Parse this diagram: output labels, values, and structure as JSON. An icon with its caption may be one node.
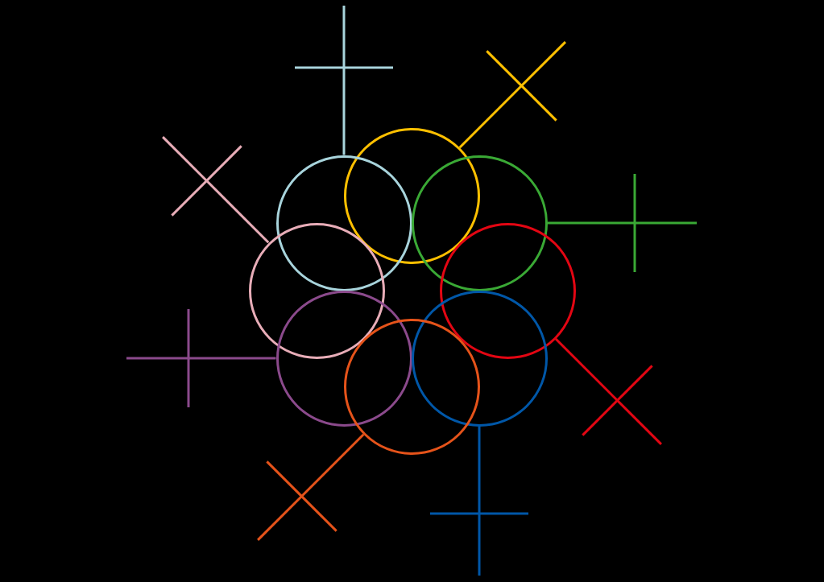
{
  "diagram": {
    "nodes": [
      {
        "text": [],
        "shape": "circle"
      },
      {
        "text": [],
        "shape": "circle"
      },
      {
        "text": [],
        "shape": "circle"
      },
      {
        "text": [],
        "shape": "circle"
      },
      {
        "text": [],
        "shape": "circle"
      },
      {
        "text": [],
        "shape": "circle"
      },
      {
        "text": [],
        "shape": "circle"
      },
      {
        "text": [],
        "shape": "circle"
      }
    ],
    "edges": [
      {
        "from": 0,
        "to": null,
        "arrow": "none",
        "color": "#ffc000"
      },
      {
        "from": 1,
        "to": null,
        "arrow": "none",
        "color": "#a8d4dc"
      },
      {
        "from": 2,
        "to": null,
        "arrow": "none",
        "color": "#3aa935"
      },
      {
        "from": 3,
        "to": null,
        "arrow": "none",
        "color": "#e8adb8"
      },
      {
        "from": 4,
        "to": null,
        "arrow": "none",
        "color": "#e30613"
      },
      {
        "from": 5,
        "to": null,
        "arrow": "none",
        "color": "#8b4a8c"
      },
      {
        "from": 6,
        "to": null,
        "arrow": "none",
        "color": "#0057a8"
      },
      {
        "from": 7,
        "to": null,
        "arrow": "none",
        "color": "#e5531a"
      }
    ]
  }
}
